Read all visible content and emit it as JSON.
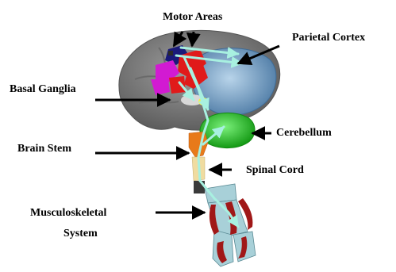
{
  "labels": {
    "motor_areas": "Motor Areas",
    "parietal_cortex": "Parietal Cortex",
    "basal_ganglia": "Basal Ganglia",
    "cerebellum": "Cerebellum",
    "brain_stem": "Brain Stem",
    "spinal_cord": "Spinal Cord",
    "musculoskeletal_line1": "Musculoskeletal",
    "musculoskeletal_line2": "System"
  },
  "colors": {
    "cortex": "#8a8a8a",
    "parietal": "#7fa3c4",
    "motor_red": "#e01a1a",
    "premotor_magenta": "#d21ad2",
    "motor_navy": "#1a1a7a",
    "basal_ganglia": "#d8d8d8",
    "cerebellum": "#2fc42f",
    "brain_stem": "#e87a1a",
    "spinal_cord": "#f0dca0",
    "bone": "#a8d0d8",
    "muscle": "#a01818",
    "pathway": "#a8f0e0",
    "arrows": "#000000"
  }
}
